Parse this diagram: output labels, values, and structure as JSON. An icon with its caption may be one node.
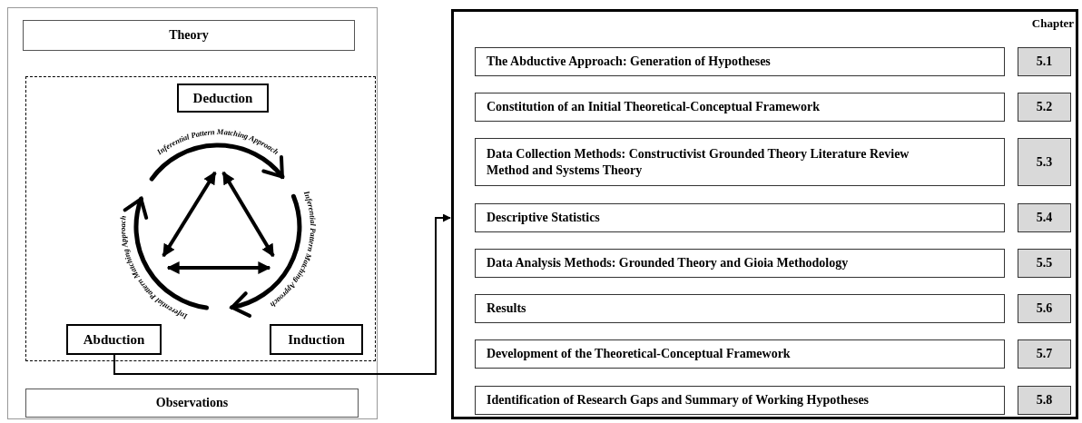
{
  "diagram": {
    "nodes": [
      {
        "text": [],
        "shape": "box"
      },
      {
        "text": [
          "Theory"
        ],
        "in": 0
      },
      {
        "text": [],
        "shape": "box",
        "in": 0
      },
      {
        "text": [
          "Deduction"
        ],
        "in": 2
      },
      {
        "text": [
          "Abduction"
        ],
        "in": 2
      },
      {
        "text": [
          "Induction"
        ],
        "in": 2
      },
      {
        "text": [
          "Observations"
        ],
        "in": 0
      },
      {
        "text": [
          "Chapter"
        ]
      },
      {
        "text": [
          "The Abductive Approach: Generation of Hypotheses"
        ],
        "in": 7
      },
      {
        "text": [
          "5.1"
        ],
        "in": 7
      },
      {
        "text": [
          "Constitution of an Initial Theoretical-Conceptual Framework"
        ],
        "in": 7
      },
      {
        "text": [
          "5.2"
        ],
        "in": 7
      },
      {
        "text": [
          "Data Collection Methods: Constructivist Grounded Theory Literature Review Method and Systems Theory"
        ],
        "in": 7
      },
      {
        "text": [
          "5.3"
        ],
        "in": 7
      },
      {
        "text": [
          "Descriptive Statistics"
        ],
        "in": 7
      },
      {
        "text": [
          "5.4"
        ],
        "in": 7
      },
      {
        "text": [
          "Data Analysis Methods: Grounded Theory and Gioia Methodology"
        ],
        "in": 7
      },
      {
        "text": [
          "5.5"
        ],
        "in": 7
      },
      {
        "text": [
          "Results"
        ],
        "in": 7
      },
      {
        "text": [
          "5.6"
        ],
        "in": 7
      },
      {
        "text": [
          "Development of the Theoretical-Conceptual Framework"
        ],
        "in": 7
      },
      {
        "text": [
          "5.7"
        ],
        "in": 7
      },
      {
        "text": [
          "Identification of Research Gaps and Summary of Working Hypotheses"
        ],
        "in": 7
      },
      {
        "text": [
          "5.8"
        ],
        "in": 7
      }
    ],
    "edges": [
      {
        "from": 3,
        "to": 4,
        "arrow": "both"
      },
      {
        "from": 3,
        "to": 5,
        "arrow": "both"
      },
      {
        "from": 4,
        "to": 5,
        "arrow": "both"
      },
      {
        "from": 4,
        "to": 7,
        "arrow": "to"
      }
    ],
    "labels": [
      "Inferential Pattern Matching Approach",
      "Inferential Pattern Matching Approach",
      "Inferential Pattern Matching Approach"
    ]
  }
}
